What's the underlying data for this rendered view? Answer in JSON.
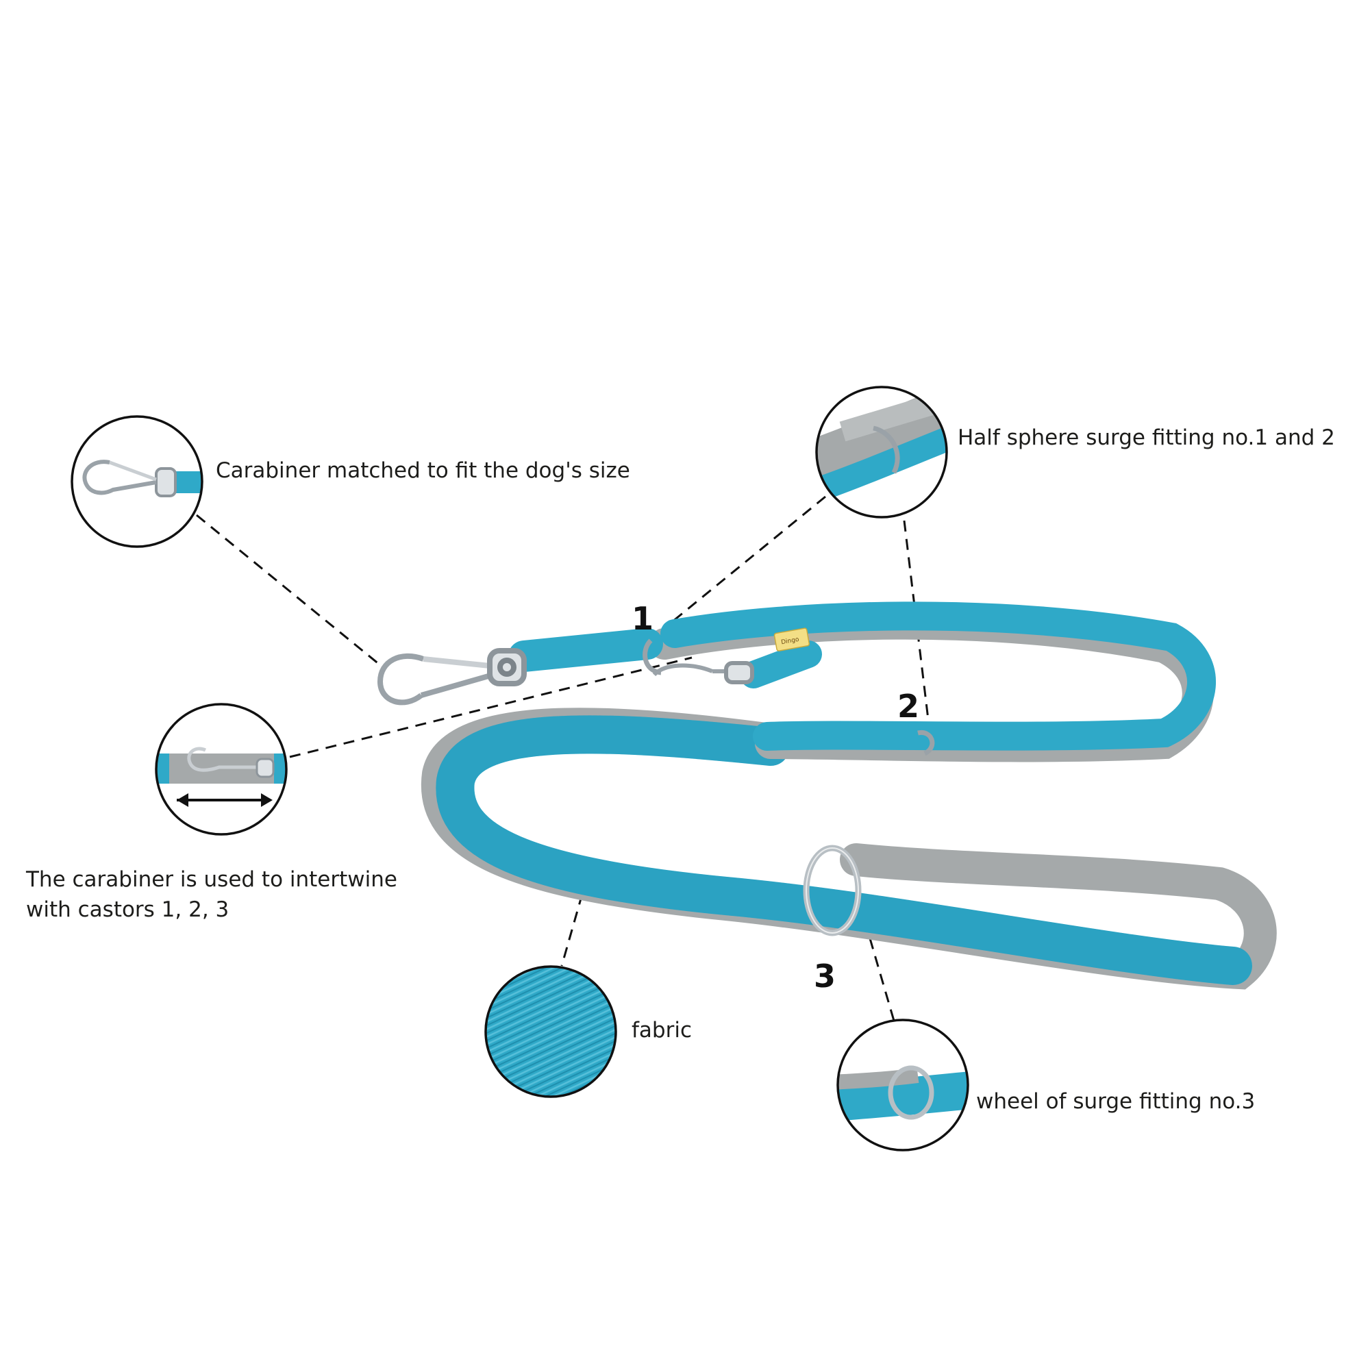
{
  "callouts": {
    "carabiner": {
      "label": "Carabiner matched to fit the dog's size",
      "icon": "carabiner-closeup-icon"
    },
    "half_sphere": {
      "label": "Half sphere surge fitting no.1 and 2",
      "icon": "d-ring-closeup-icon"
    },
    "intertwine": {
      "line1": "The carabiner is used to intertwine",
      "line2": "with castors 1, 2, 3",
      "icon": "carabiner-length-closeup-icon"
    },
    "fabric": {
      "label": "fabric",
      "icon": "fabric-texture-closeup-icon"
    },
    "wheel": {
      "label": "wheel of surge fitting no.3",
      "icon": "o-ring-closeup-icon"
    }
  },
  "fittings": {
    "one": "1",
    "two": "2",
    "three": "3"
  },
  "brand_tag": "Dingo",
  "colors": {
    "leash_blue": "#2fa9c8",
    "leash_blue_dark": "#1f8fae",
    "lining_gray": "#a5a9aa",
    "metal": "#c9ced2",
    "outline": "#111111"
  }
}
